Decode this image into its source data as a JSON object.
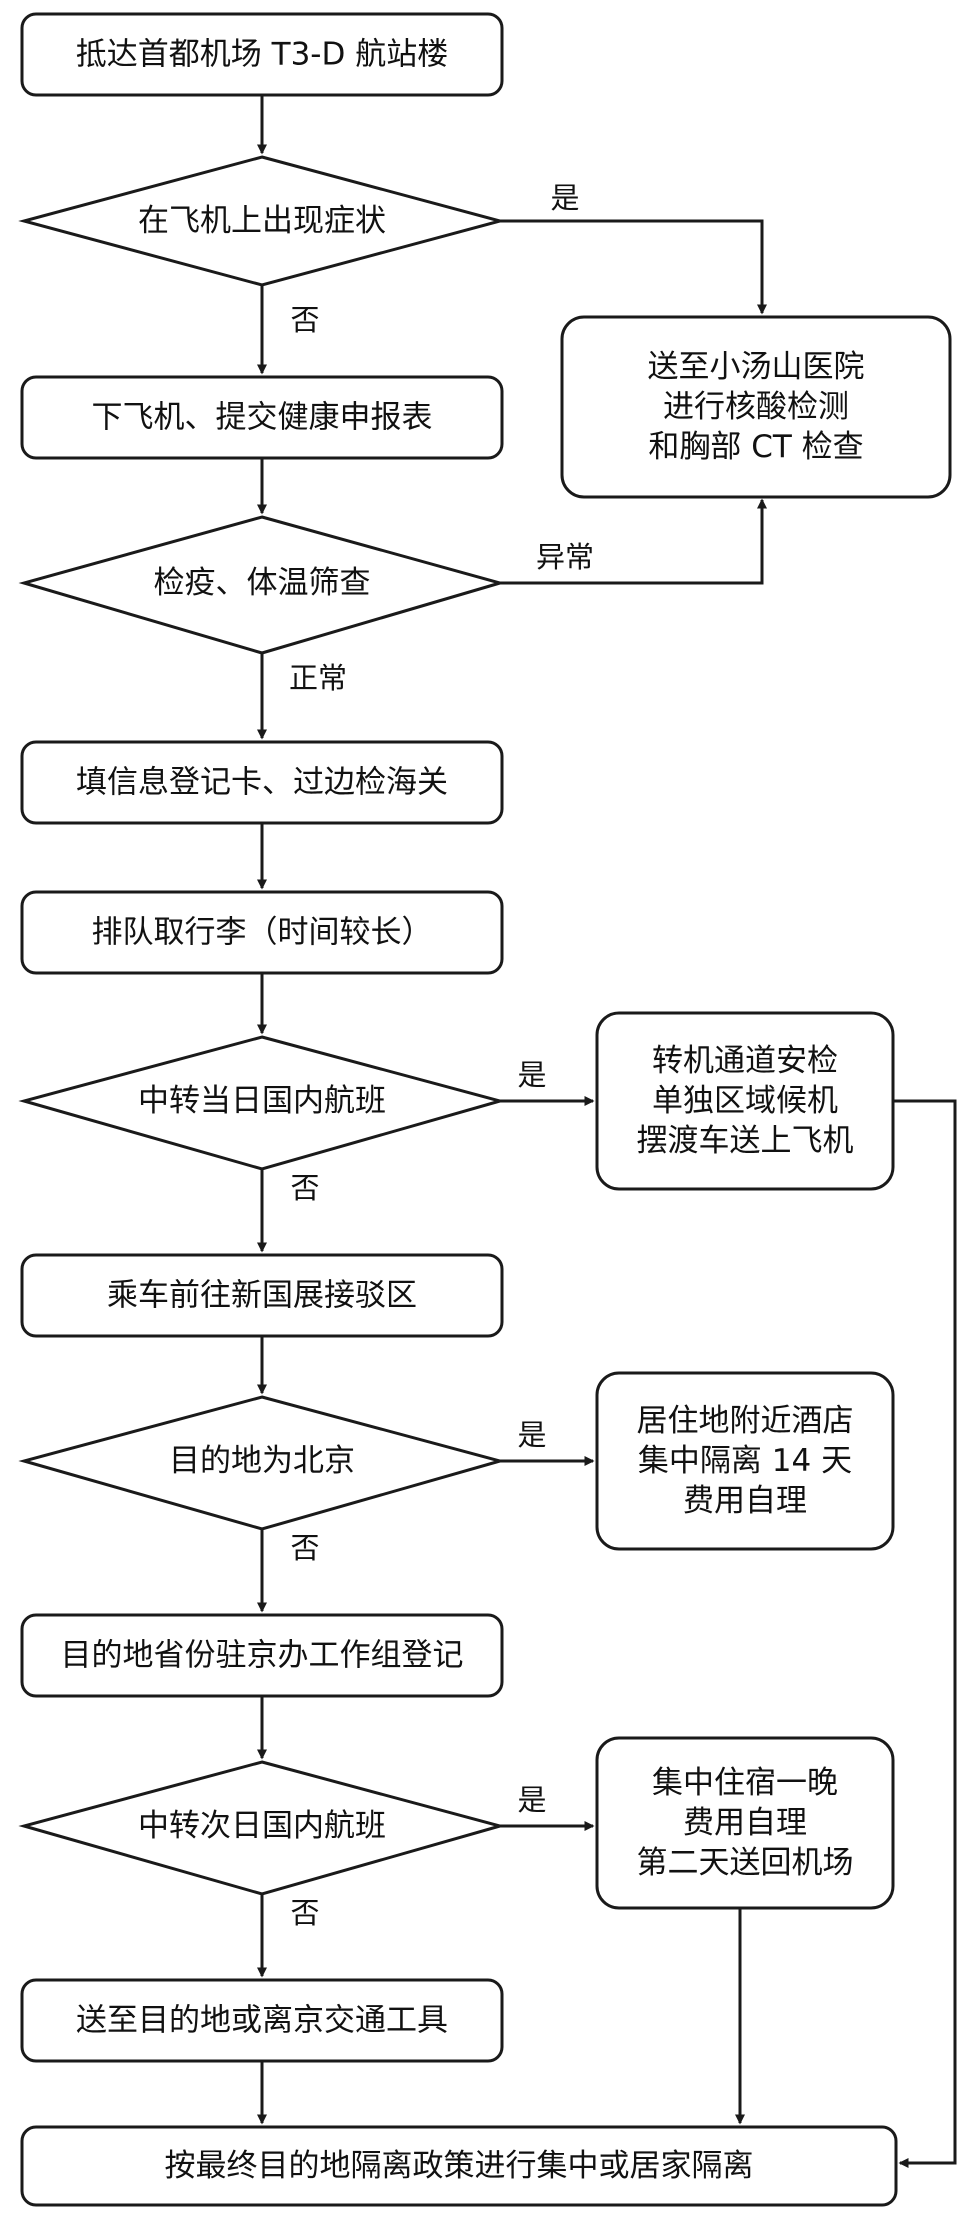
{
  "nodes": {
    "arrive": {
      "lines": [
        "抵达首都机场 T3-D 航站楼"
      ]
    },
    "symptoms": {
      "lines": [
        "在飞机上出现症状"
      ]
    },
    "hospital": {
      "lines": [
        "送至小汤山医院",
        "进行核酸检测",
        "和胸部 CT 检查"
      ]
    },
    "disembark": {
      "lines": [
        "下飞机、提交健康申报表"
      ]
    },
    "screening": {
      "lines": [
        "检疫、体温筛查"
      ]
    },
    "customs": {
      "lines": [
        "填信息登记卡、过边检海关"
      ]
    },
    "baggage": {
      "lines": [
        "排队取行李（时间较长）"
      ]
    },
    "transfer_same": {
      "lines": [
        "中转当日国内航班"
      ]
    },
    "transfer_proc": {
      "lines": [
        "转机通道安检",
        "单独区域候机",
        "摆渡车送上飞机"
      ]
    },
    "bus": {
      "lines": [
        "乘车前往新国展接驳区"
      ]
    },
    "dest_beijing": {
      "lines": [
        "目的地为北京"
      ]
    },
    "hotel": {
      "lines": [
        "居住地附近酒店",
        "集中隔离 14 天",
        "费用自理"
      ]
    },
    "register": {
      "lines": [
        "目的地省份驻京办工作组登记"
      ]
    },
    "transfer_next": {
      "lines": [
        "中转次日国内航班"
      ]
    },
    "overnight": {
      "lines": [
        "集中住宿一晚",
        "费用自理",
        "第二天送回机场"
      ]
    },
    "send_off": {
      "lines": [
        "送至目的地或离京交通工具"
      ]
    },
    "final": {
      "lines": [
        "按最终目的地隔离政策进行集中或居家隔离"
      ]
    }
  },
  "edge_labels": {
    "symptoms_yes": "是",
    "symptoms_no": "否",
    "screening_abnormal": "异常",
    "screening_normal": "正常",
    "transfer_same_yes": "是",
    "transfer_same_no": "否",
    "dest_beijing_yes": "是",
    "dest_beijing_no": "否",
    "transfer_next_yes": "是",
    "transfer_next_no": "否"
  },
  "colors": {
    "stroke": "#1a1a1a",
    "fill": "#ffffff",
    "text": "#111111"
  }
}
